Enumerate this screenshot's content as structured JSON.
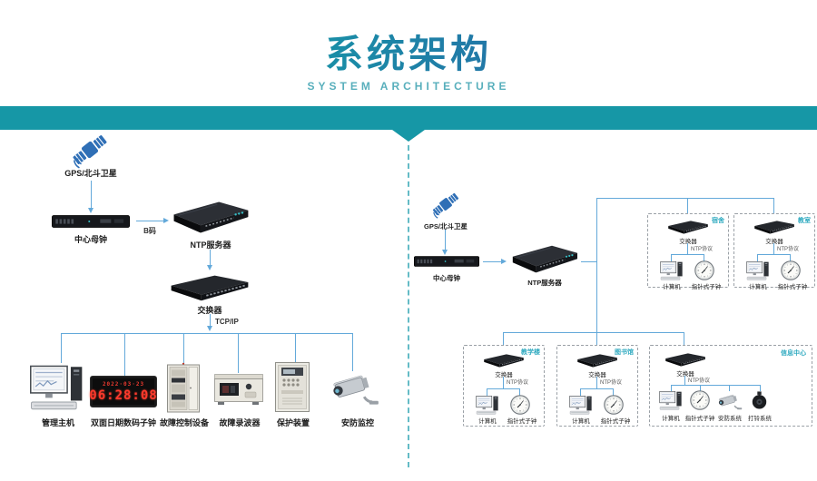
{
  "header": {
    "title": "系统架构",
    "subtitle": "SYSTEM ARCHITECTURE"
  },
  "colors": {
    "band": "#1697a6",
    "line": "#63a9da",
    "title_gradient_start": "#12a4a6",
    "title_gradient_end": "#2b5ca8",
    "zone_label": "#2faac0",
    "led_red": "#ff3a2d"
  },
  "left": {
    "gps_label": "GPS/北斗卫星",
    "master_clock_label": "中心母钟",
    "b_code_label": "B码",
    "ntp_server_label": "NTP服务器",
    "switch_label": "交换器",
    "tcpip_label": "TCP/IP",
    "devices": [
      {
        "icon": "computer-icon",
        "label": "管理主机"
      },
      {
        "icon": "led-clock-icon",
        "label": "双面日期数码子钟",
        "date": "2022·03·23",
        "time": "06:28:08"
      },
      {
        "icon": "cabinet-icon",
        "label": "故障控制设备"
      },
      {
        "icon": "recorder-icon",
        "label": "故障录波器"
      },
      {
        "icon": "protection-icon",
        "label": "保护装置"
      },
      {
        "icon": "camera-icon",
        "label": "安防监控"
      }
    ]
  },
  "right": {
    "gps_label": "GPS/北斗卫星",
    "master_clock_label": "中心母钟",
    "ntp_server_label": "NTP服务器",
    "zones": [
      {
        "name": "宿舍",
        "switch_label": "交换器",
        "protocol_label": "NTP协议",
        "devices": [
          {
            "icon": "computer-icon",
            "label": "计算机"
          },
          {
            "icon": "analog-clock-icon",
            "label": "指针式子钟"
          }
        ]
      },
      {
        "name": "教室",
        "switch_label": "交换器",
        "protocol_label": "NTP协议",
        "devices": [
          {
            "icon": "computer-icon",
            "label": "计算机"
          },
          {
            "icon": "analog-clock-icon",
            "label": "指针式子钟"
          }
        ]
      },
      {
        "name": "教学楼",
        "switch_label": "交换器",
        "protocol_label": "NTP协议",
        "devices": [
          {
            "icon": "computer-icon",
            "label": "计算机"
          },
          {
            "icon": "analog-clock-icon",
            "label": "指针式子钟"
          }
        ]
      },
      {
        "name": "图书馆",
        "switch_label": "交换器",
        "protocol_label": "NTP协议",
        "devices": [
          {
            "icon": "computer-icon",
            "label": "计算机"
          },
          {
            "icon": "analog-clock-icon",
            "label": "指针式子钟"
          }
        ]
      },
      {
        "name": "信息中心",
        "switch_label": "交换器",
        "protocol_label": "NTP协议",
        "devices": [
          {
            "icon": "computer-icon",
            "label": "计算机"
          },
          {
            "icon": "analog-clock-icon",
            "label": "指针式子钟"
          },
          {
            "icon": "camera-icon",
            "label": "安防系统"
          },
          {
            "icon": "bell-icon",
            "label": "打铃系统"
          }
        ]
      }
    ]
  }
}
